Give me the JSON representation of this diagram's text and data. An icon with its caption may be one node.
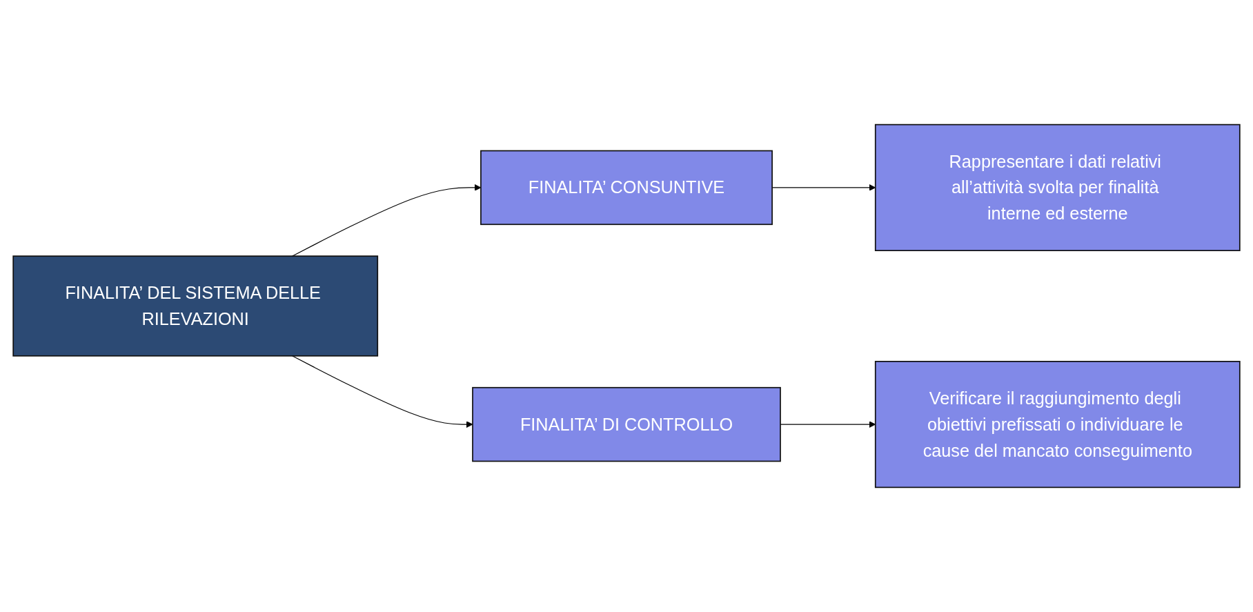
{
  "diagram": {
    "nodes": [
      {
        "text": [
          "FINALITA’ DEL SISTEMA DELLE RILEVAZIONI"
        ]
      },
      {
        "text": [
          "FINALITA’ CONSUNTIVE"
        ]
      },
      {
        "text": [
          "Rappresentare i dati relativi all’attività svolta per finalità interne ed esterne"
        ]
      },
      {
        "text": [
          "FINALITA’ DI CONTROLLO"
        ]
      },
      {
        "text": [
          "Verificare il raggiungimento degli obiettivi prefissati o individuare le cause del mancato conseguimento"
        ]
      }
    ],
    "edges": [
      {
        "from": 0,
        "to": 1,
        "arrow": "to"
      },
      {
        "from": 1,
        "to": 2,
        "arrow": "to"
      },
      {
        "from": 0,
        "to": 3,
        "arrow": "to"
      },
      {
        "from": 3,
        "to": 4,
        "arrow": "to"
      }
    ]
  }
}
